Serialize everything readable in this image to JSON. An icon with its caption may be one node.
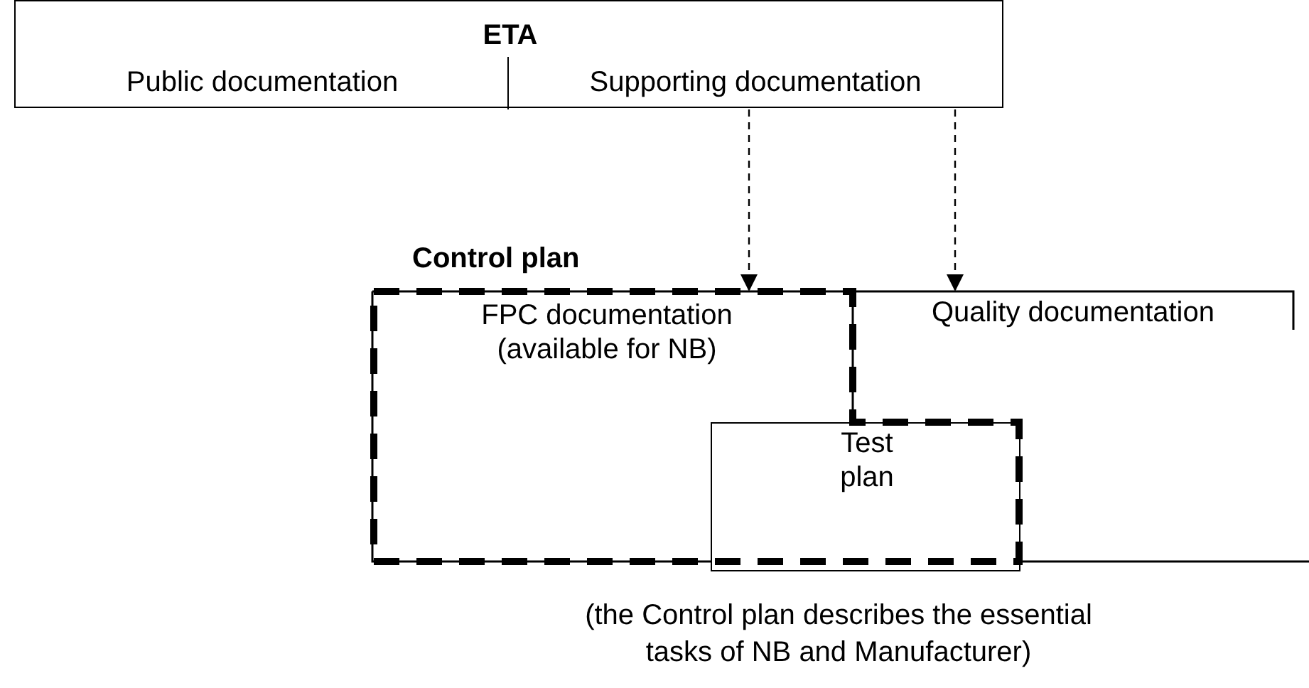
{
  "diagram": {
    "caption": "(the Control plan describes the essential tasks of NB and Manufacturer)",
    "nodes": [
      {
        "text": [
          "ETA"
        ]
      },
      {
        "text": [
          "Public documentation"
        ],
        "in": 0
      },
      {
        "text": [
          "Supporting documentation"
        ],
        "in": 0
      },
      {
        "text": [
          "Control plan"
        ]
      },
      {
        "text": [
          "FPC documentation (available for NB)"
        ],
        "in": 3
      },
      {
        "text": [
          "Quality documentation"
        ]
      },
      {
        "text": [
          "Test plan"
        ],
        "in": 3
      }
    ],
    "edges": [
      {
        "from": 2,
        "to": 3,
        "arrow": "to",
        "style": "dashed"
      },
      {
        "from": 2,
        "to": 5,
        "arrow": "to",
        "style": "dashed"
      }
    ]
  }
}
